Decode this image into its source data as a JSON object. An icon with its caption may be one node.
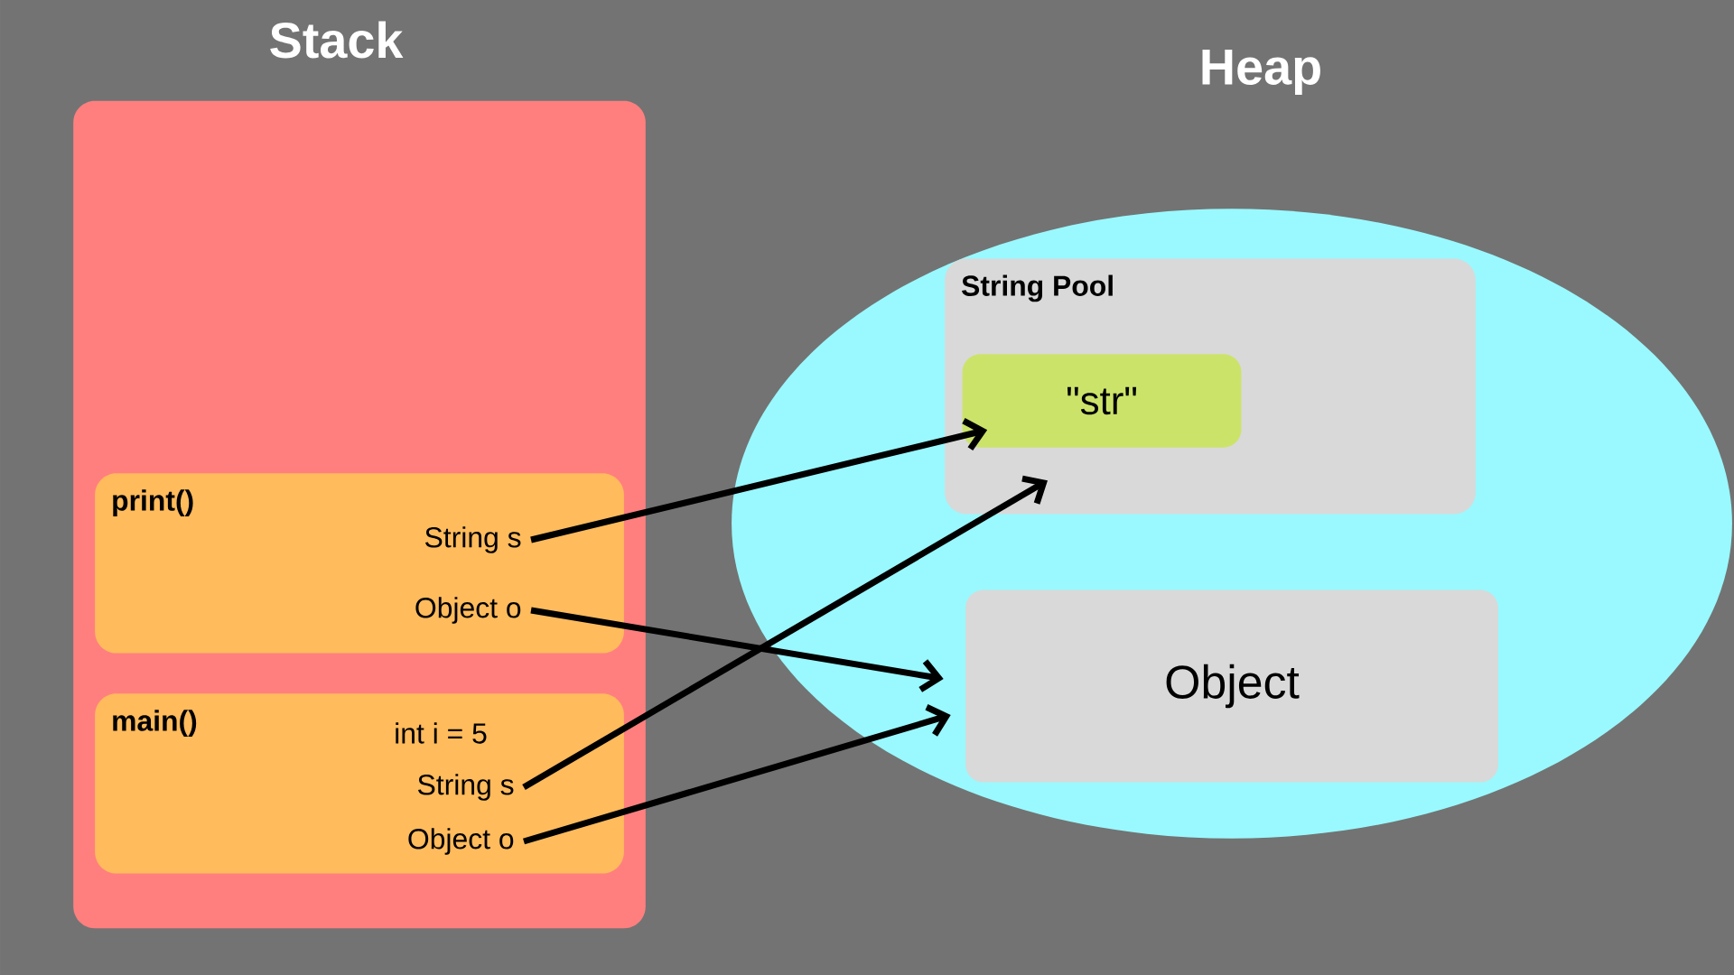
{
  "diagram": {
    "nodes": [
      {
        "text": [
          "Stack"
        ]
      },
      {
        "text": [
          "print()"
        ],
        "in": 0
      },
      {
        "text": [
          "String s"
        ],
        "in": 1
      },
      {
        "text": [
          "Object o"
        ],
        "in": 1
      },
      {
        "text": [
          "main()",
          "int i = 5"
        ],
        "in": 0
      },
      {
        "text": [
          "String s"
        ],
        "in": 4
      },
      {
        "text": [
          "Object o"
        ],
        "in": 4
      },
      {
        "text": [
          "Heap"
        ]
      },
      {
        "text": [
          "String Pool"
        ],
        "in": 7
      },
      {
        "text": [
          "\"str\""
        ],
        "in": 8
      },
      {
        "text": [
          "Object"
        ],
        "in": 7
      }
    ],
    "edges": [
      {
        "from": 2,
        "to": 9,
        "arrow": "to"
      },
      {
        "from": 3,
        "to": 10,
        "arrow": "to"
      },
      {
        "from": 5,
        "to": 9,
        "arrow": "to"
      },
      {
        "from": 6,
        "to": 10,
        "arrow": "to"
      }
    ]
  }
}
